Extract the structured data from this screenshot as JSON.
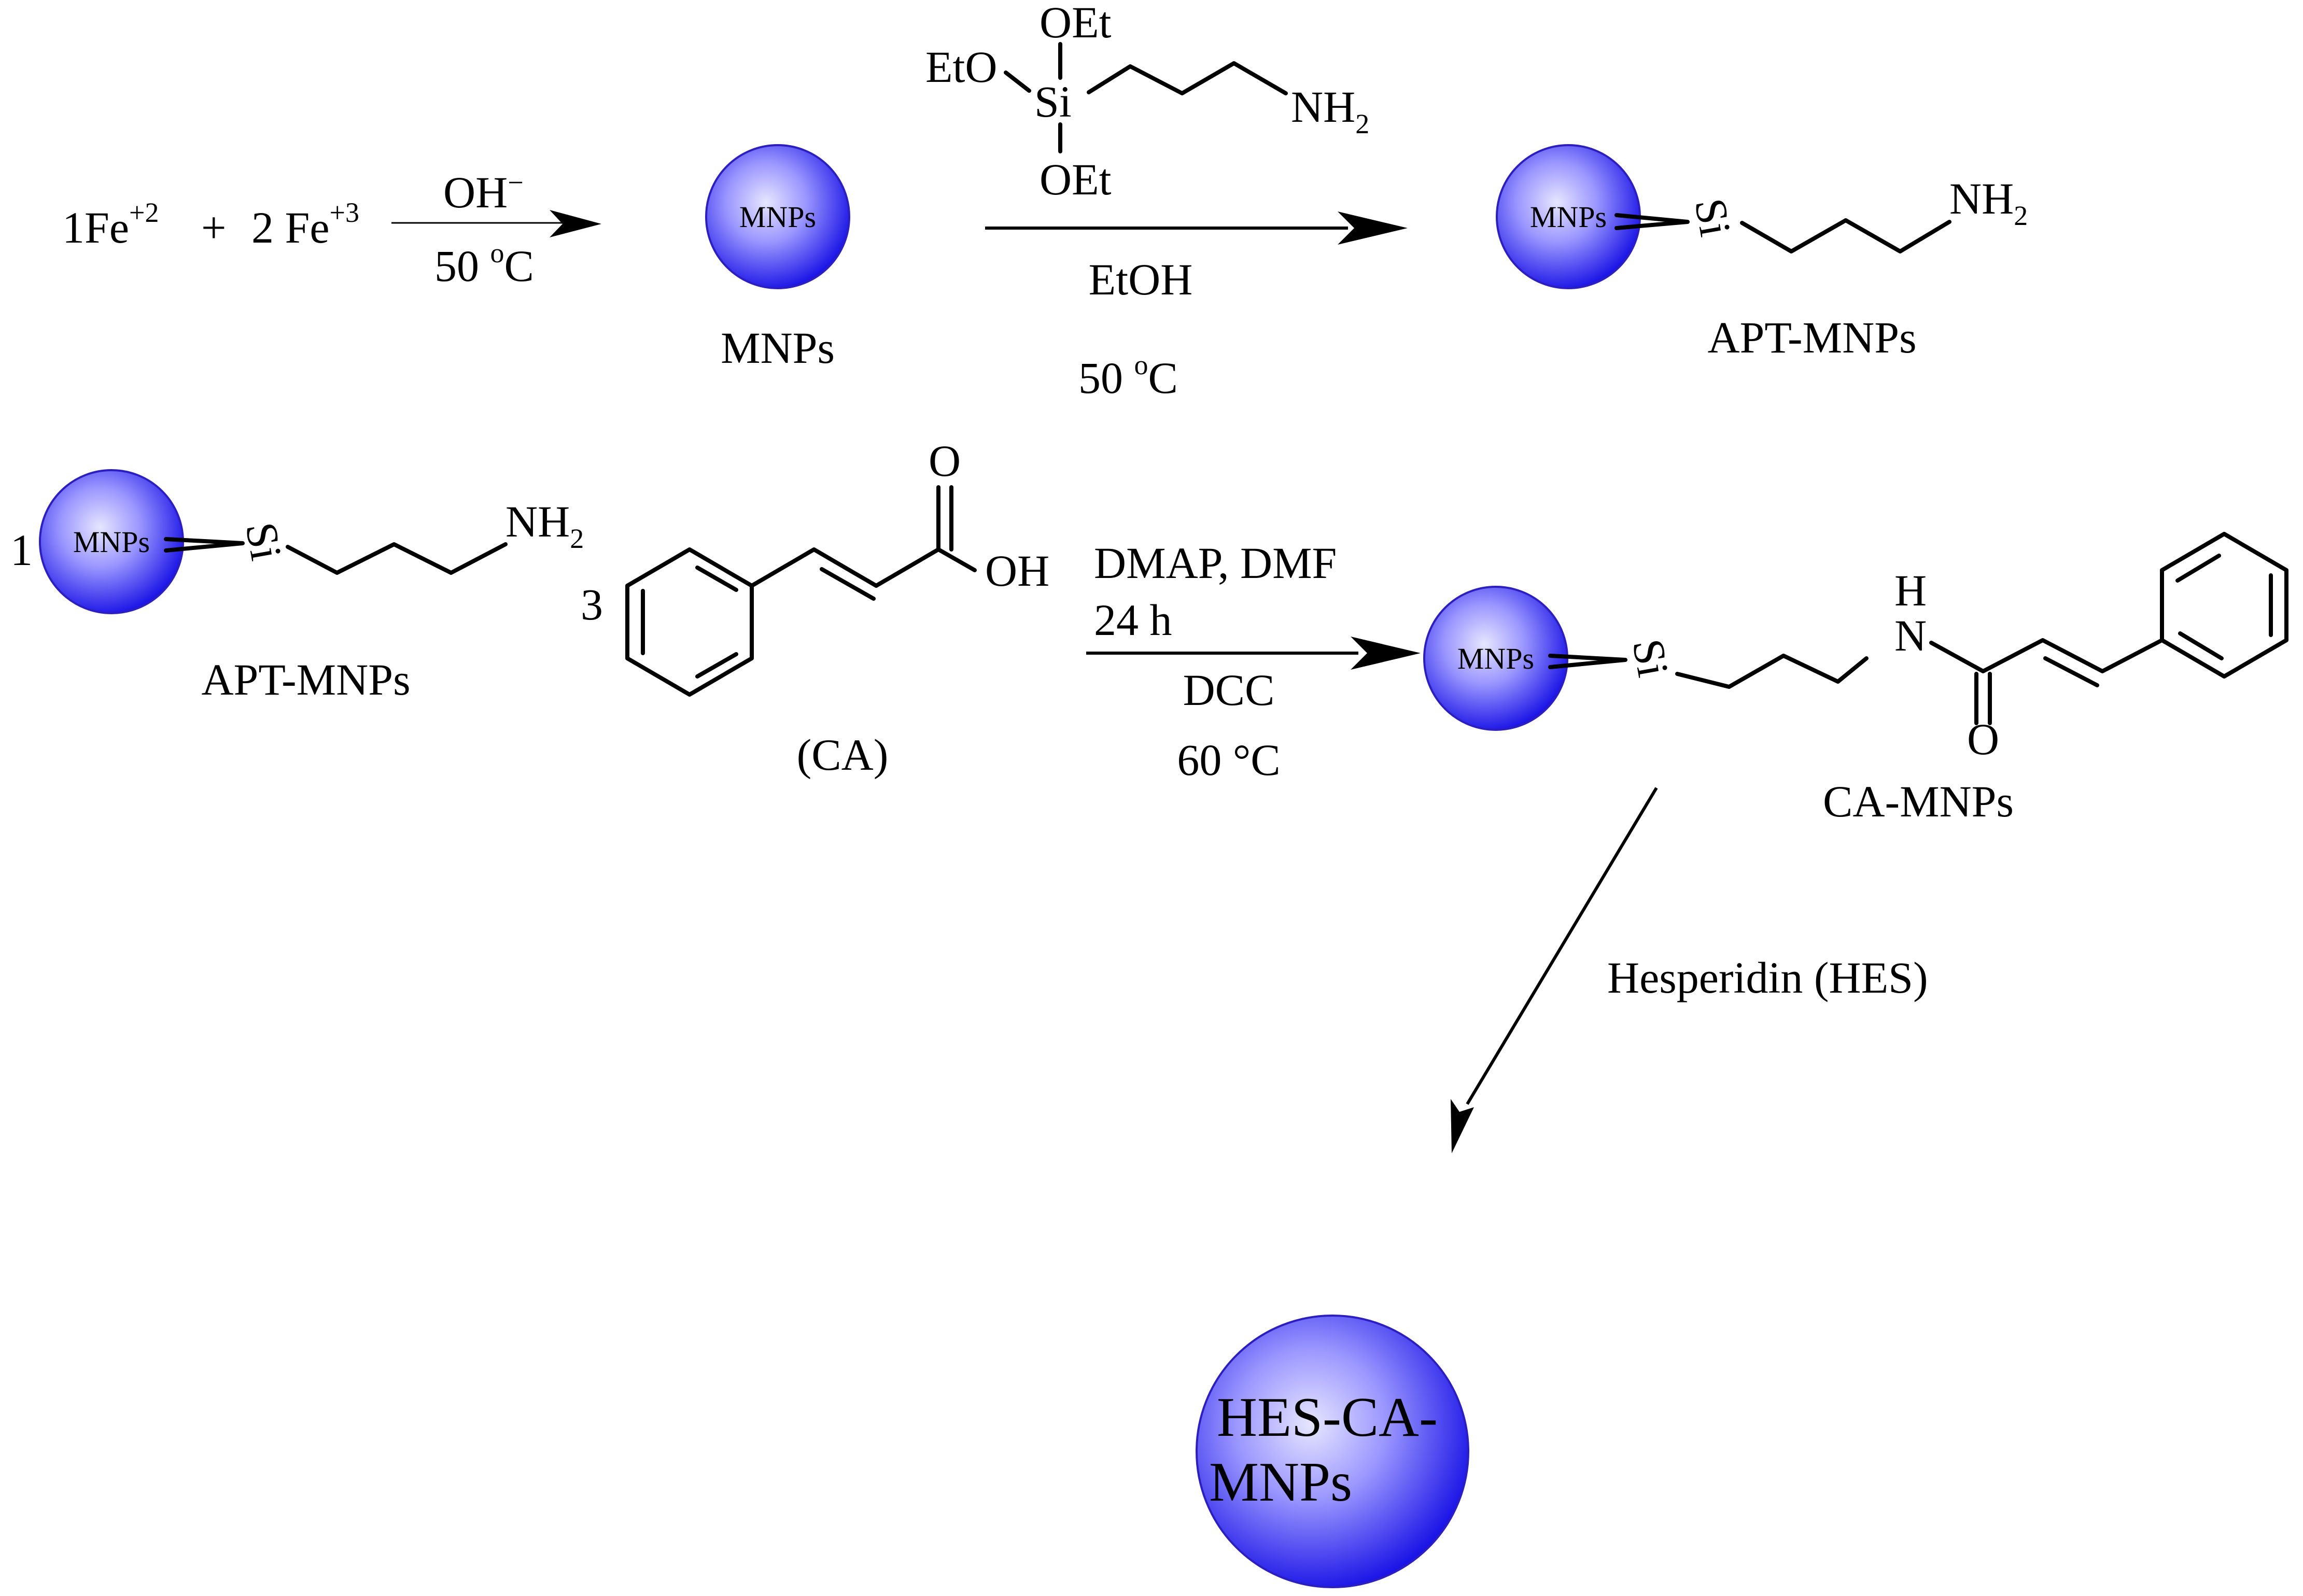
{
  "step1": {
    "fe2_coef": "1Fe",
    "fe2_charge": "+2",
    "plus": "+",
    "fe3_coef": "2 Fe",
    "fe3_charge": "+3",
    "base": "OH",
    "base_charge": "−",
    "temp_value": "50 ",
    "temp_deg": "o",
    "temp_unit": "C",
    "product_sphere": "MNPs",
    "product_label": "MNPs"
  },
  "step2": {
    "silane_oet_top": "OEt",
    "silane_eto": "EtO",
    "silane_si": "Si",
    "silane_oet_bottom": "OEt",
    "silane_nh": "NH",
    "silane_sub": "2",
    "solvent": "EtOH",
    "temp_value": "50 ",
    "temp_deg": "o",
    "temp_unit": "C",
    "product_sphere": "MNPs",
    "product_si": "Si",
    "product_nh": "NH",
    "product_sub": "2",
    "product_label": "APT-MNPs"
  },
  "step3": {
    "coef_apt": "1",
    "apt_sphere": "MNPs",
    "apt_si": "Si",
    "apt_nh": "NH",
    "apt_sub": "2",
    "apt_label": "APT-MNPs",
    "coef_ca": "3",
    "ca_o": "O",
    "ca_oh": "OH",
    "ca_label": "(CA)",
    "cond_1": "DMAP, DMF",
    "cond_2": "24 h",
    "cond_3": "DCC",
    "cond_4": "60 °C",
    "product_sphere": "MNPs",
    "product_si": "Si",
    "product_h": "H",
    "product_n": "N",
    "product_o": "O",
    "product_label": "CA-MNPs"
  },
  "step4": {
    "reagent": "Hesperidin (HES)",
    "final_line1": "HES-CA-",
    "final_line2": "MNPs"
  },
  "colors": {
    "sphere_center": "#e4e4ff",
    "sphere_edge": "#1a14e6",
    "ink": "#000000"
  }
}
